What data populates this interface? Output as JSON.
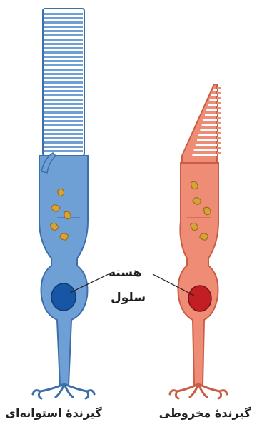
{
  "labels": {
    "nucleus": "هسته",
    "cell": "سلول"
  },
  "captions": {
    "rod": "گیرندهٔ استوانه‌ای",
    "cone": "گیرندهٔ مخروطی"
  },
  "colors": {
    "rod_fill": "#6ea0d6",
    "rod_stroke": "#3c6fa8",
    "rod_nucleus": "#1756a4",
    "cone_fill": "#ee8c76",
    "cone_stroke": "#c95d45",
    "cone_nucleus": "#c21f25",
    "mitochondria": "#d6a23a",
    "mito_stroke": "#9c6d1a"
  }
}
